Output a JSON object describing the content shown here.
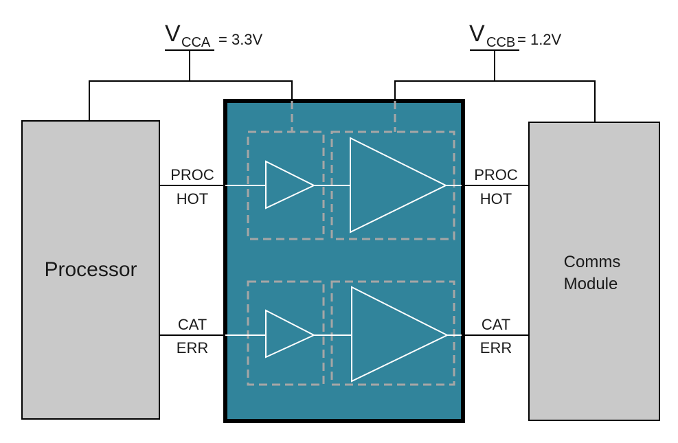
{
  "colors": {
    "block_fill": "#c9c9c9",
    "translator_fill": "#31849b",
    "wire": "#000000",
    "dashed": "#a6a6a6",
    "buffer_stroke": "#ffffff"
  },
  "supplies": {
    "a": {
      "v": "V",
      "sub": "CCA",
      "value": "= 3.3V"
    },
    "b": {
      "v": "V",
      "sub": "CCB",
      "value": "= 1.2V"
    }
  },
  "blocks": {
    "processor": "Processor",
    "comms_line1": "Comms",
    "comms_line2": "Module"
  },
  "signals": {
    "left_top": [
      "PROC",
      "HOT"
    ],
    "left_bottom": [
      "CAT",
      "ERR"
    ],
    "right_top": [
      "PROC",
      "HOT"
    ],
    "right_bottom": [
      "CAT",
      "ERR"
    ]
  }
}
